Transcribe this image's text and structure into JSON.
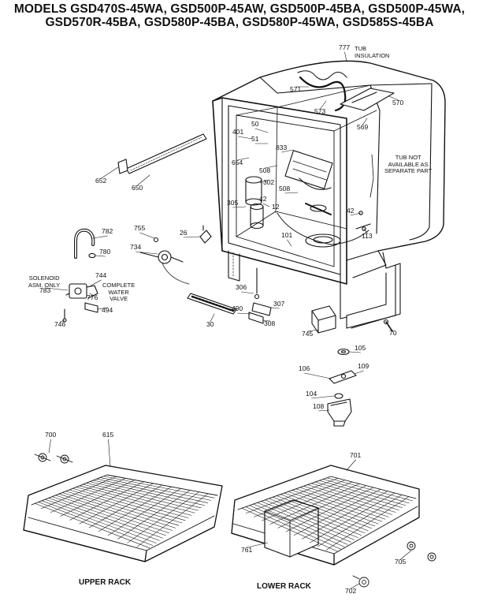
{
  "title": {
    "line1": "MODELS GSD470S-45WA, GSD500P-45AW, GSD500P-45BA, GSD500P-45WA,",
    "line2": "GSD570R-45BA, GSD580P-45BA, GSD580P-45WA, GSD585S-45BA"
  },
  "notes": {
    "tub_insulation": "TUB\nINSULATION",
    "tub_not_available": "TUB NOT\nAVAILABLE AS\nSEPARATE PART",
    "solenoid": "SOLENOID\nASM. ONLY",
    "water_valve": "COMPLETE\nWATER\nVALVE"
  },
  "captions": {
    "upper_rack": "UPPER RACK",
    "lower_rack": "LOWER RACK"
  },
  "parts": [
    {
      "id": "p777",
      "number": "777"
    },
    {
      "id": "p571",
      "number": "571"
    },
    {
      "id": "p573",
      "number": "573"
    },
    {
      "id": "p570",
      "number": "570"
    },
    {
      "id": "p569",
      "number": "569"
    },
    {
      "id": "p50",
      "number": "50"
    },
    {
      "id": "p51",
      "number": "51"
    },
    {
      "id": "p401",
      "number": "401"
    },
    {
      "id": "p833",
      "number": "833"
    },
    {
      "id": "p654",
      "number": "654"
    },
    {
      "id": "p508a",
      "number": "508"
    },
    {
      "id": "p302",
      "number": "302"
    },
    {
      "id": "p508b",
      "number": "508"
    },
    {
      "id": "p305",
      "number": "305"
    },
    {
      "id": "p42a",
      "number": "42"
    },
    {
      "id": "p12",
      "number": "12"
    },
    {
      "id": "p42b",
      "number": "42"
    },
    {
      "id": "p113",
      "number": "113"
    },
    {
      "id": "p652",
      "number": "652"
    },
    {
      "id": "p650",
      "number": "650"
    },
    {
      "id": "p782",
      "number": "782"
    },
    {
      "id": "p780",
      "number": "780"
    },
    {
      "id": "p755",
      "number": "755"
    },
    {
      "id": "p26",
      "number": "26"
    },
    {
      "id": "p734",
      "number": "734"
    },
    {
      "id": "p101",
      "number": "101"
    },
    {
      "id": "p744",
      "number": "744"
    },
    {
      "id": "p783",
      "number": "783"
    },
    {
      "id": "p776",
      "number": "776"
    },
    {
      "id": "p494",
      "number": "494"
    },
    {
      "id": "p746",
      "number": "746"
    },
    {
      "id": "p30",
      "number": "30"
    },
    {
      "id": "p306",
      "number": "306"
    },
    {
      "id": "p307",
      "number": "307"
    },
    {
      "id": "p490",
      "number": "490"
    },
    {
      "id": "p308",
      "number": "308"
    },
    {
      "id": "p745",
      "number": "745"
    },
    {
      "id": "p70",
      "number": "70"
    },
    {
      "id": "p105",
      "number": "105"
    },
    {
      "id": "p106",
      "number": "106"
    },
    {
      "id": "p109",
      "number": "109"
    },
    {
      "id": "p104",
      "number": "104"
    },
    {
      "id": "p108",
      "number": "108"
    },
    {
      "id": "p700",
      "number": "700"
    },
    {
      "id": "p615",
      "number": "615"
    },
    {
      "id": "p701",
      "number": "701"
    },
    {
      "id": "p761",
      "number": "761"
    },
    {
      "id": "p705",
      "number": "705"
    },
    {
      "id": "p702",
      "number": "702"
    }
  ]
}
